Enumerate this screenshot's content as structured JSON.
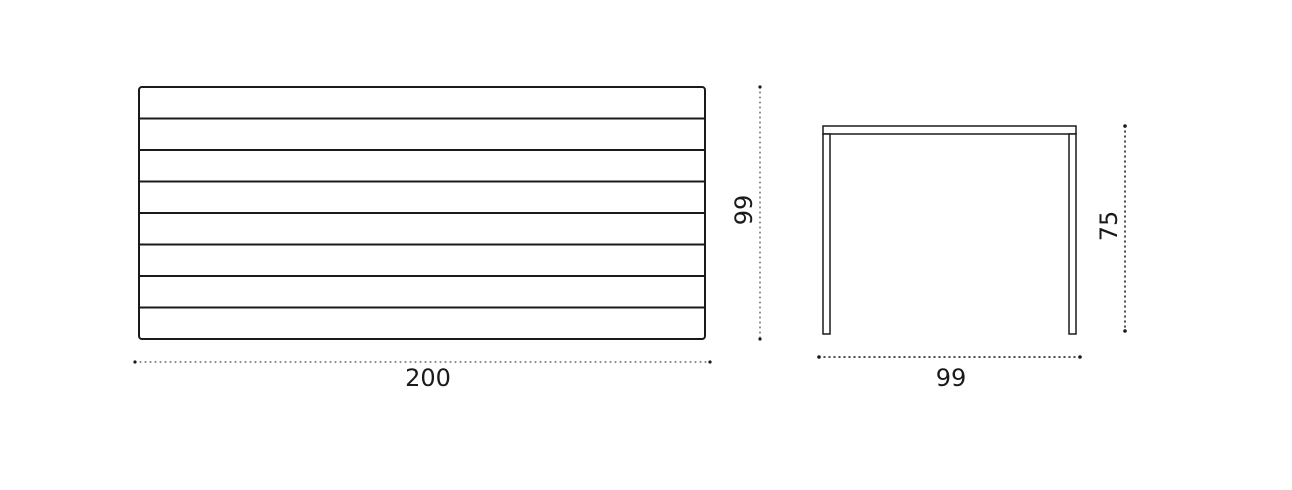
{
  "top_view": {
    "width_label": "200",
    "depth_label": "99",
    "plank_count": 8
  },
  "side_view": {
    "width_label": "99",
    "height_label": "75"
  }
}
